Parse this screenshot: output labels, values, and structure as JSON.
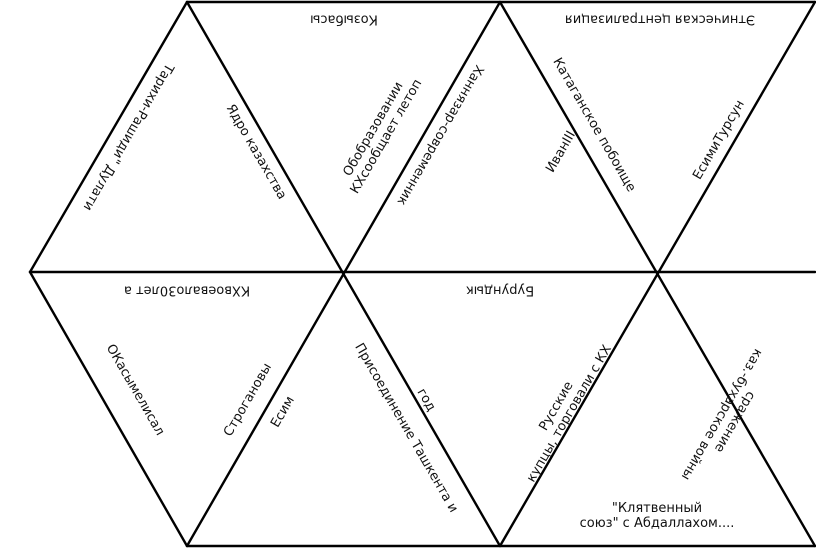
{
  "line_color": "#000000",
  "background": "#ffffff",
  "cards": [
    {
      "id": "t1",
      "lines": [
        "Тарихи-Рашиди\" Дулати"
      ]
    },
    {
      "id": "t2",
      "lines": [
        "Козыбасы"
      ]
    },
    {
      "id": "t3",
      "lines": [
        "Ядро казахства"
      ]
    },
    {
      "id": "t4",
      "lines": [
        "Обобразовании",
        "КХсообщает летоп"
      ]
    },
    {
      "id": "t5",
      "lines": [
        "Ханнязар-современник"
      ]
    },
    {
      "id": "t6",
      "lines": [
        "Этническая централизация"
      ]
    },
    {
      "id": "t7",
      "lines": [
        "Катаганское побоище"
      ]
    },
    {
      "id": "t8",
      "lines": [
        "ИванIII"
      ]
    },
    {
      "id": "t9",
      "lines": [
        "ЕсимиТурсун"
      ]
    },
    {
      "id": "t10",
      "lines": [
        "КХвоевало30лет а"
      ]
    },
    {
      "id": "t11",
      "lines": [
        "ОКасымелисал"
      ]
    },
    {
      "id": "t12",
      "lines": [
        "Строгановы"
      ]
    },
    {
      "id": "t13",
      "lines": [
        "Есим"
      ]
    },
    {
      "id": "t14",
      "lines": [
        "год"
      ]
    },
    {
      "id": "t15",
      "lines": [
        "Присоединение Ташкента и"
      ]
    },
    {
      "id": "t16",
      "lines": [
        "Бурундык"
      ]
    },
    {
      "id": "t17",
      "lines": [
        "Русские",
        "купцы, торговали с КХ"
      ]
    },
    {
      "id": "t18",
      "lines": [
        "сражение",
        "каз.-бухарское войны"
      ]
    },
    {
      "id": "t19",
      "lines": [
        "\"Клятвенный",
        "союз\" с Абдаллахом...."
      ]
    }
  ]
}
